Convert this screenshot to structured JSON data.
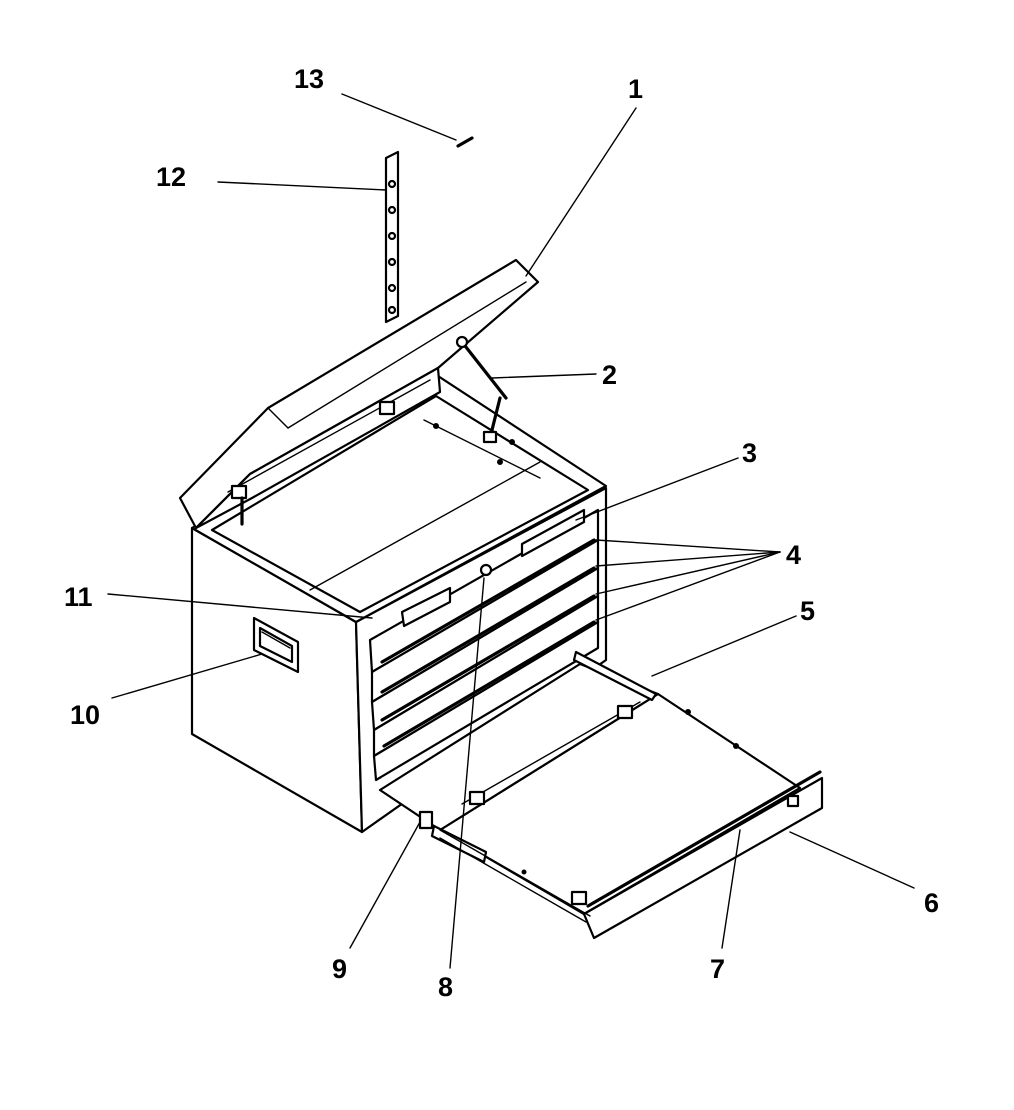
{
  "diagram": {
    "callouts": [
      {
        "id": "1",
        "label": "1"
      },
      {
        "id": "2",
        "label": "2"
      },
      {
        "id": "3",
        "label": "3"
      },
      {
        "id": "4",
        "label": "4"
      },
      {
        "id": "5",
        "label": "5"
      },
      {
        "id": "6",
        "label": "6"
      },
      {
        "id": "7",
        "label": "7"
      },
      {
        "id": "8",
        "label": "8"
      },
      {
        "id": "9",
        "label": "9"
      },
      {
        "id": "10",
        "label": "10"
      },
      {
        "id": "11",
        "label": "11"
      },
      {
        "id": "12",
        "label": "12"
      },
      {
        "id": "13",
        "label": "13"
      }
    ],
    "colors": {
      "ink": "#000000",
      "paper": "#ffffff"
    }
  }
}
